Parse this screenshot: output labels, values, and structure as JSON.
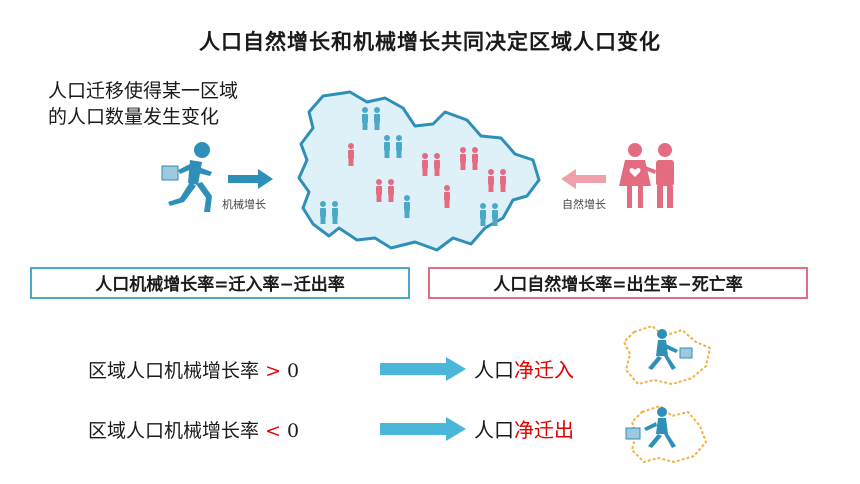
{
  "title": "人口自然增长和机械增长共同决定区域人口变化",
  "intro": {
    "line1": "人口迁移使得某一区域",
    "line2": "的人口数量发生变化"
  },
  "labels": {
    "mechanical": "机械增长",
    "natural": "自然增长"
  },
  "formulas": {
    "mechanical": "人口机械增长率=迁入率−迁出率",
    "natural": "人口自然增长率=出生率−死亡率"
  },
  "rows": [
    {
      "subject": "区域人口机械增长率",
      "op": ">",
      "zero": "0",
      "result_prefix": "人口",
      "result_highlight": "净迁入"
    },
    {
      "subject": "区域人口机械增长率",
      "op": "<",
      "zero": "0",
      "result_prefix": "人口",
      "result_highlight": "净迁出"
    }
  ],
  "colors": {
    "blue": "#4aa8c8",
    "map_fill": "#dff1f8",
    "male_figure": "#4aa8c8",
    "female_figure": "#e36c80",
    "red_text": "#e00000",
    "natural_arrow": "#f0a0aa",
    "outline_orange": "#f0b24a"
  },
  "icons": {
    "runner": "running-man-icon",
    "couple": "couple-icon",
    "map": "region-map-icon"
  }
}
